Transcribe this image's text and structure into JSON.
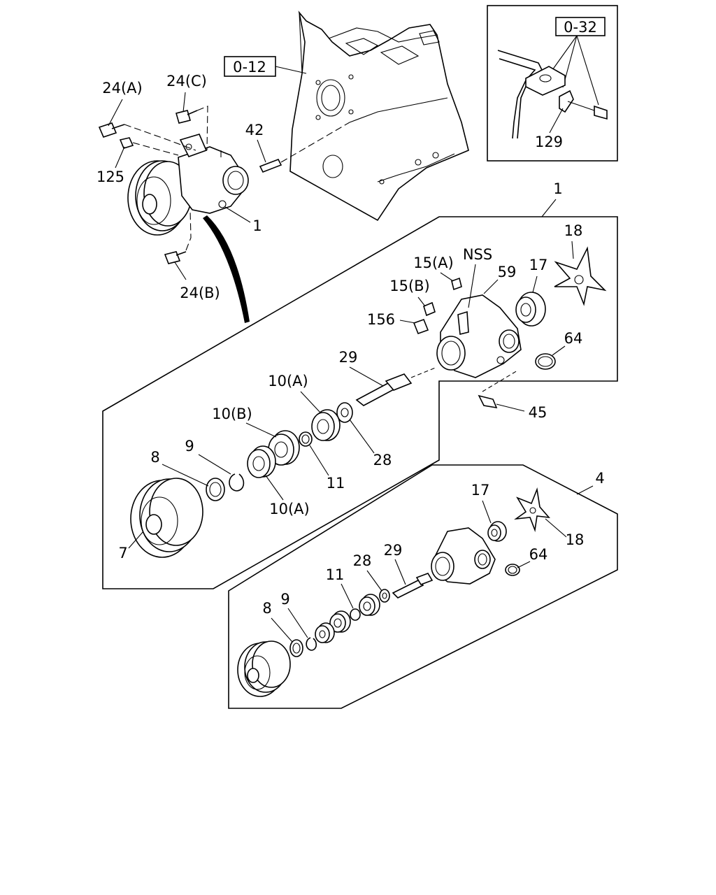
{
  "refs": {
    "r_012": "0-12",
    "r_032": "0-32"
  },
  "callouts": {
    "c24A": "24(A)",
    "c24C": "24(C)",
    "c24B": "24(B)",
    "c125": "125",
    "c42": "42",
    "c1_top": "1",
    "c1_panel": "1",
    "c129": "129",
    "c15A": "15(A)",
    "c15B": "15(B)",
    "cNSS": "NSS",
    "c59": "59",
    "c17a": "17",
    "c18a": "18",
    "c156": "156",
    "c64a": "64",
    "c45": "45",
    "c29a": "29",
    "c10A_top": "10(A)",
    "c10B": "10(B)",
    "c28a": "28",
    "c11a": "11",
    "c8a": "8",
    "c9a": "9",
    "c10A_bot": "10(A)",
    "c7": "7",
    "c4": "4",
    "c17b": "17",
    "c18b": "18",
    "c29b": "29",
    "c28b": "28",
    "c11b": "11",
    "c64b": "64",
    "c8b": "8",
    "c9b": "9"
  }
}
